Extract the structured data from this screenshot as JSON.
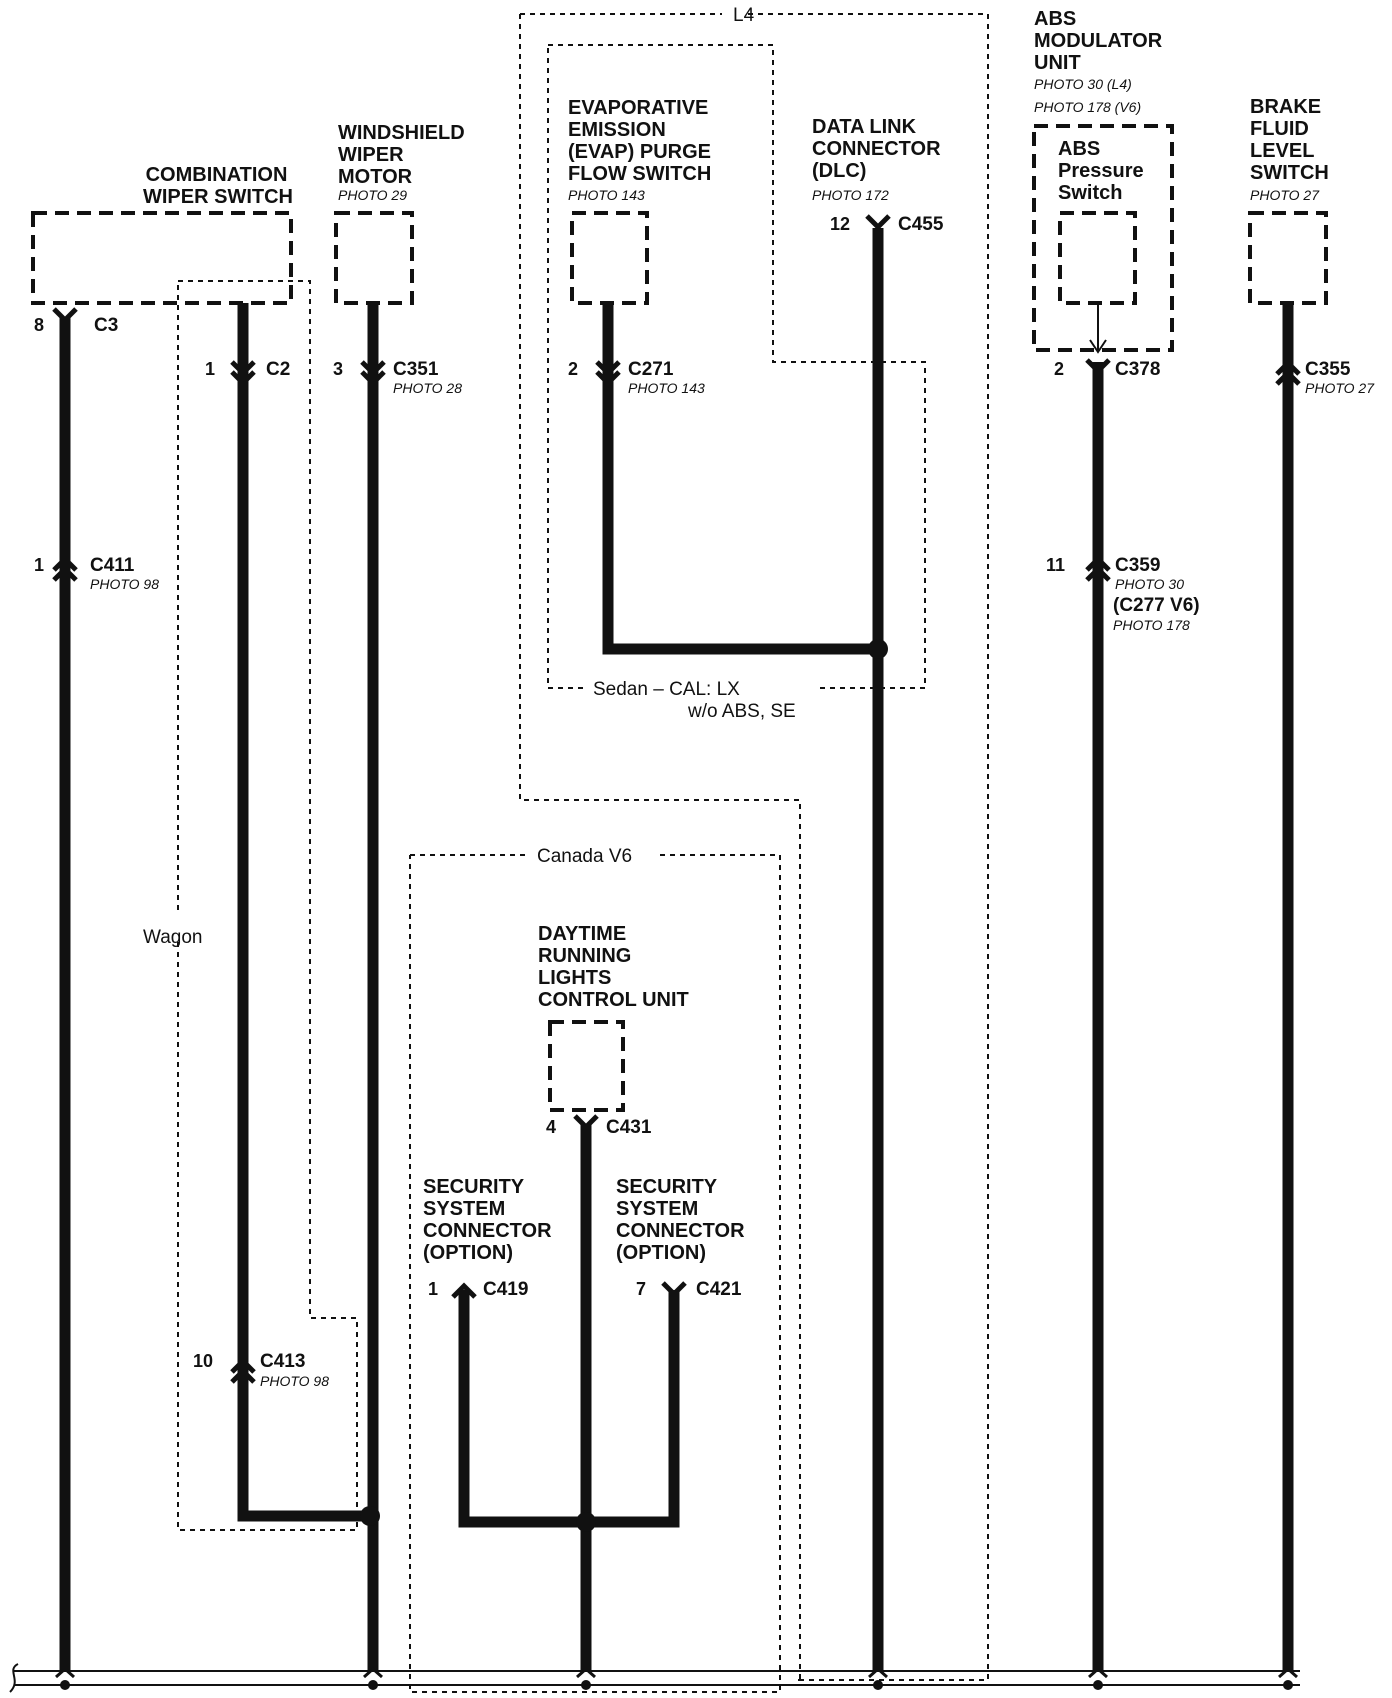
{
  "components": {
    "combination_wiper_switch": {
      "lines": [
        "COMBINATION",
        "WIPER SWITCH"
      ]
    },
    "windshield_wiper_motor": {
      "lines": [
        "WINDSHIELD",
        "WIPER",
        "MOTOR"
      ],
      "photo": "PHOTO 29"
    },
    "evap_purge_flow_switch": {
      "lines": [
        "EVAPORATIVE",
        "EMISSION",
        "(EVAP) PURGE",
        "FLOW SWITCH"
      ],
      "photo": "PHOTO 143"
    },
    "data_link_connector": {
      "lines": [
        "DATA LINK",
        "CONNECTOR",
        "(DLC)"
      ],
      "photo": "PHOTO 172"
    },
    "abs_modulator_unit": {
      "lines": [
        "ABS",
        "MODULATOR",
        "UNIT"
      ],
      "photos": [
        "PHOTO 30 (L4)",
        "PHOTO 178 (V6)"
      ],
      "inner_lines": [
        "ABS",
        "Pressure",
        "Switch"
      ]
    },
    "brake_fluid_level_switch": {
      "lines": [
        "BRAKE",
        "FLUID",
        "LEVEL",
        "SWITCH"
      ],
      "photo": "PHOTO 27"
    },
    "daytime_running_lights": {
      "lines": [
        "DAYTIME",
        "RUNNING",
        "LIGHTS",
        "CONTROL UNIT"
      ]
    },
    "security_connector_left": {
      "lines": [
        "SECURITY",
        "SYSTEM",
        "CONNECTOR",
        "(OPTION)"
      ]
    },
    "security_connector_right": {
      "lines": [
        "SECURITY",
        "SYSTEM",
        "CONNECTOR",
        "(OPTION)"
      ]
    }
  },
  "connectors": {
    "c3": {
      "pin": "8",
      "name": "C3"
    },
    "c2": {
      "pin": "1",
      "name": "C2"
    },
    "c351": {
      "pin": "3",
      "name": "C351",
      "photo": "PHOTO 28"
    },
    "c271": {
      "pin": "2",
      "name": "C271",
      "photo": "PHOTO 143"
    },
    "c455": {
      "pin": "12",
      "name": "C455"
    },
    "c378": {
      "pin": "2",
      "name": "C378"
    },
    "c355": {
      "name": "C355",
      "photo": "PHOTO 27"
    },
    "c411": {
      "pin": "1",
      "name": "C411",
      "photo": "PHOTO 98"
    },
    "c359": {
      "pin": "11",
      "name": "C359",
      "photo": "PHOTO 30",
      "alt": "(C277 V6)",
      "alt_photo": "PHOTO 178"
    },
    "c431": {
      "pin": "4",
      "name": "C431"
    },
    "c419": {
      "pin": "1",
      "name": "C419"
    },
    "c421": {
      "pin": "7",
      "name": "C421"
    },
    "c413": {
      "pin": "10",
      "name": "C413",
      "photo": "PHOTO 98"
    }
  },
  "zones": {
    "l4": "L4",
    "sedan_line1": "Sedan – CAL: LX",
    "sedan_line2": "w/o ABS, SE",
    "canada": "Canada V6",
    "wagon": "Wagon"
  }
}
